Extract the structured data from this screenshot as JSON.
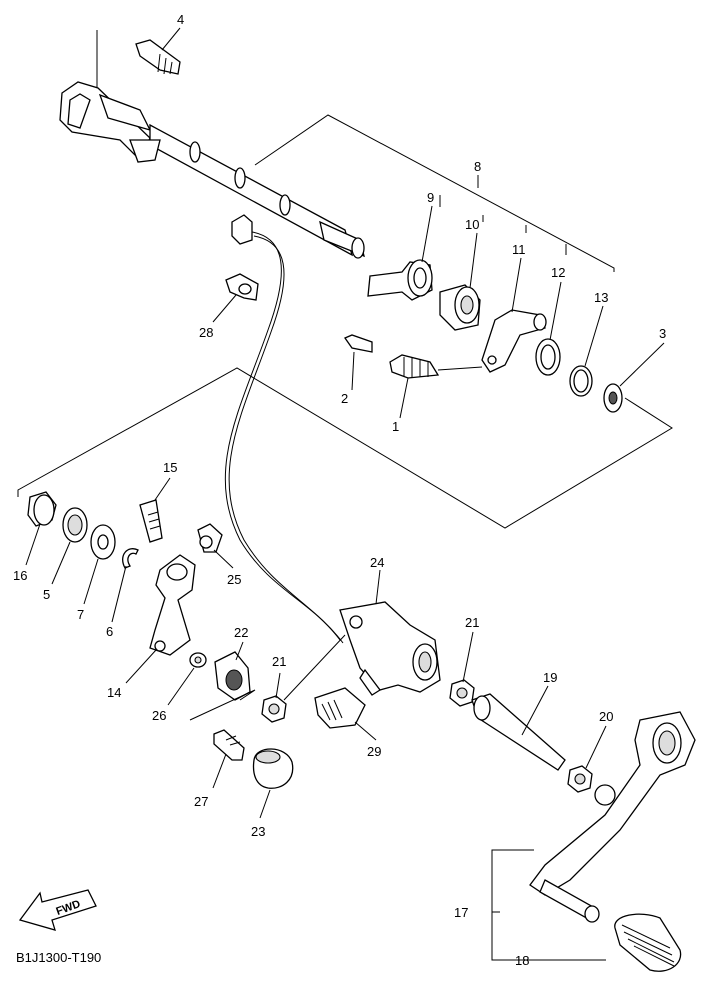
{
  "diagram_code": "B1J1300-T190",
  "fwd_label": "FWD",
  "callouts": {
    "c1": "1",
    "c2": "2",
    "c3": "3",
    "c4": "4",
    "c5": "5",
    "c6": "6",
    "c7": "7",
    "c8": "8",
    "c9": "9",
    "c10": "10",
    "c11": "11",
    "c12": "12",
    "c13": "13",
    "c14": "14",
    "c15": "15",
    "c16": "16",
    "c17": "17",
    "c18": "18",
    "c19": "19",
    "c20": "20",
    "c21a": "21",
    "c21b": "21",
    "c22": "22",
    "c23": "23",
    "c24": "24",
    "c25": "25",
    "c26": "26",
    "c27": "27",
    "c28": "28",
    "c29": "29"
  }
}
